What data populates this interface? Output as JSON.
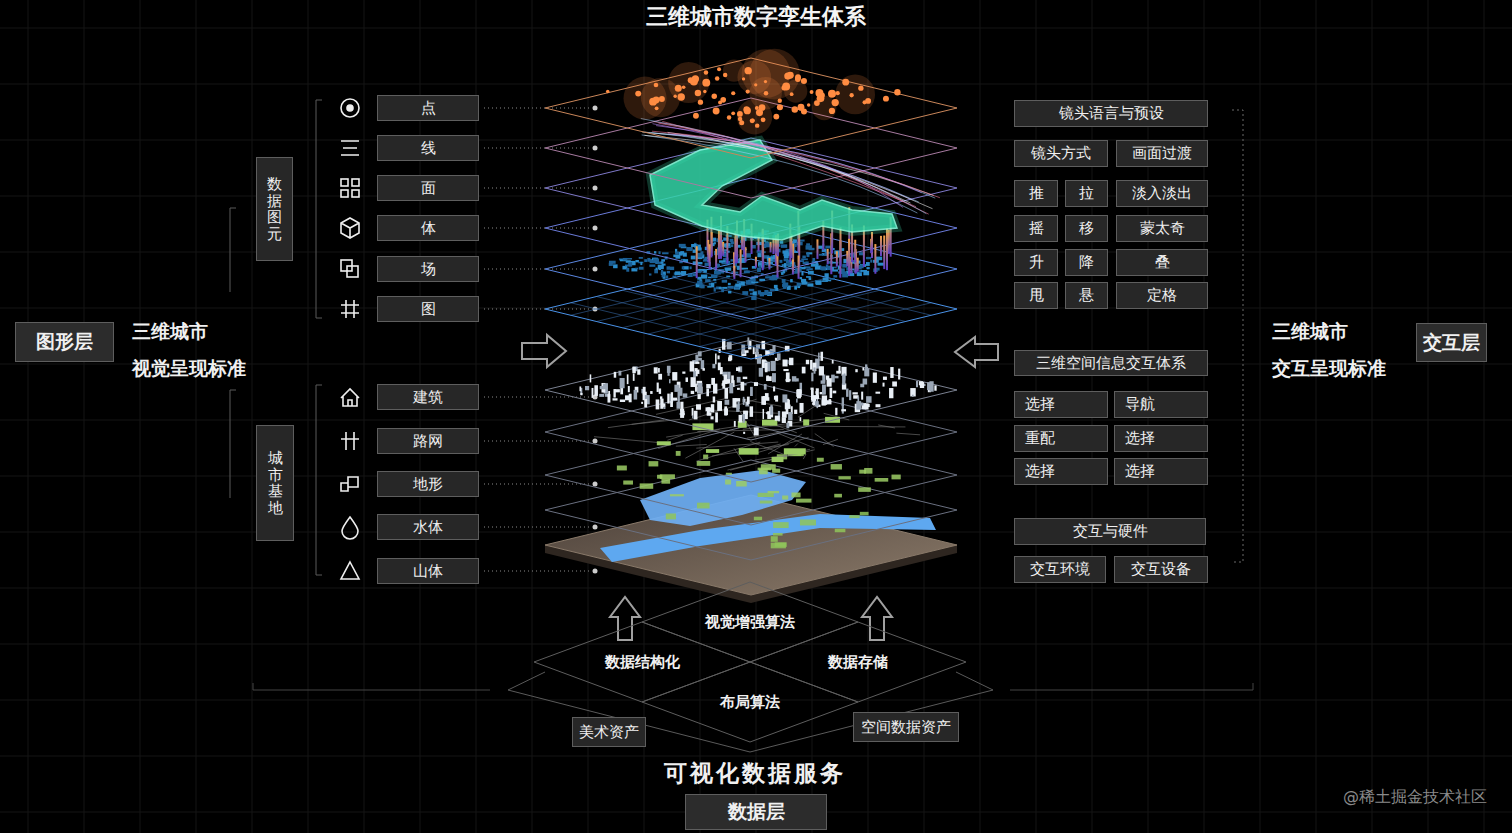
{
  "diagram": {
    "title": "三维城市数字孪生体系",
    "nodes": [
      {
        "text": [
          "图形层"
        ]
      },
      {
        "text": [
          "数据图元"
        ]
      },
      {
        "text": [
          "点"
        ]
      },
      {
        "text": [
          "线"
        ]
      },
      {
        "text": [
          "面"
        ]
      },
      {
        "text": [
          "体"
        ]
      },
      {
        "text": [
          "场"
        ]
      },
      {
        "text": [
          "图"
        ]
      },
      {
        "text": [
          "城市基地"
        ]
      },
      {
        "text": [
          "建筑"
        ]
      },
      {
        "text": [
          "路网"
        ]
      },
      {
        "text": [
          "地形"
        ]
      },
      {
        "text": [
          "水体"
        ]
      },
      {
        "text": [
          "山体"
        ]
      },
      {
        "text": [
          "镜头语言与预设"
        ]
      },
      {
        "text": [
          "镜头方式"
        ]
      },
      {
        "text": [
          "画面过渡"
        ]
      },
      {
        "text": [
          "推"
        ]
      },
      {
        "text": [
          "拉"
        ]
      },
      {
        "text": [
          "淡入淡出"
        ]
      },
      {
        "text": [
          "摇"
        ]
      },
      {
        "text": [
          "移"
        ]
      },
      {
        "text": [
          "蒙太奇"
        ]
      },
      {
        "text": [
          "升"
        ]
      },
      {
        "text": [
          "降"
        ]
      },
      {
        "text": [
          "叠"
        ]
      },
      {
        "text": [
          "甩"
        ]
      },
      {
        "text": [
          "悬"
        ]
      },
      {
        "text": [
          "定格"
        ]
      },
      {
        "text": [
          "三维空间信息交互体系"
        ]
      },
      {
        "text": [
          "选择"
        ]
      },
      {
        "text": [
          "导航"
        ]
      },
      {
        "text": [
          "重配"
        ]
      },
      {
        "text": [
          "选择"
        ]
      },
      {
        "text": [
          "选择"
        ]
      },
      {
        "text": [
          "选择"
        ]
      },
      {
        "text": [
          "交互与硬件"
        ]
      },
      {
        "text": [
          "交互环境"
        ]
      },
      {
        "text": [
          "交互设备"
        ]
      },
      {
        "text": [
          "交互层"
        ]
      },
      {
        "text": [
          "视觉增强算法"
        ]
      },
      {
        "text": [
          "数据结构化"
        ]
      },
      {
        "text": [
          "数据存储"
        ]
      },
      {
        "text": [
          "布局算法"
        ]
      },
      {
        "text": [
          "美术资产"
        ]
      },
      {
        "text": [
          "空间数据资产"
        ]
      },
      {
        "text": [
          "数据层"
        ]
      }
    ],
    "labels": [
      "三维城市 视觉呈现标准",
      "三维城市 交互呈现标准",
      "可视化数据服务",
      "@稀土掘金技术社区"
    ]
  }
}
